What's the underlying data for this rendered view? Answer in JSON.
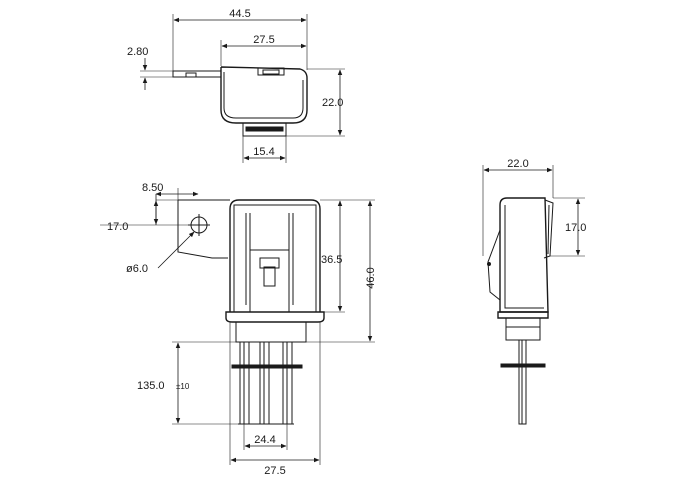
{
  "dimensions": {
    "top_overall_width": "44.5",
    "top_body_width": "27.5",
    "top_tab_thickness": "2.80",
    "top_height": "22.0",
    "top_bottom_width": "15.4",
    "front_hole_offset": "8.50",
    "front_hole_height": "17.0",
    "front_hole_diameter": "ø6.0",
    "front_body_height": "36.5",
    "front_overall_height": "46.0",
    "front_lead_length": "135.0",
    "front_lead_tolerance": "±10",
    "front_lead_spacing": "24.4",
    "front_bottom_width": "27.5",
    "side_width": "22.0",
    "side_height": "17.0"
  }
}
